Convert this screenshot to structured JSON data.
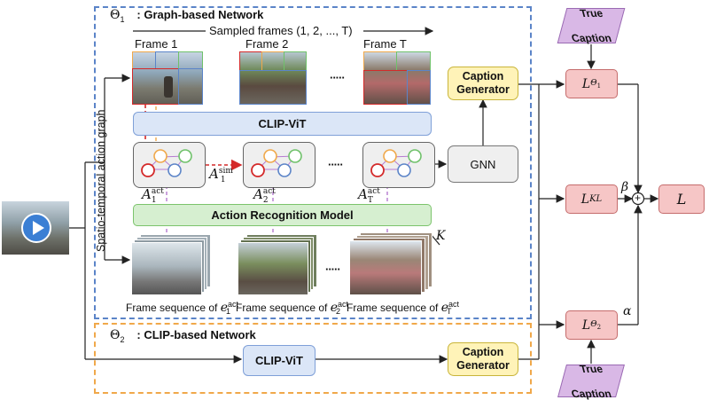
{
  "theta1": {
    "symbol": "Θ",
    "sub": "1",
    "title": ": Graph-based Network"
  },
  "theta2": {
    "symbol": "Θ",
    "sub": "2",
    "title": ": CLIP-based Network"
  },
  "sampled_frames": "Sampled frames (1, 2, ..., T)",
  "frames": [
    "Frame 1",
    "Frame 2",
    "Frame T"
  ],
  "ellipsis": "·····",
  "clip_vit": "CLIP-ViT",
  "action_recognition": "Action Recognition Model",
  "spatio_temporal": "Spatio-temporal action graph",
  "gnn": "GNN",
  "caption_generator": [
    "Caption",
    "Generator"
  ],
  "true_caption": [
    "True",
    "Caption"
  ],
  "A": "A",
  "act": "act",
  "sim": "sim",
  "A_subs": [
    "1",
    "2",
    "T",
    "1"
  ],
  "frame_seq_prefix": "Frame sequence of ",
  "e": "e",
  "e_subs": [
    "1",
    "2",
    "T"
  ],
  "K": "K",
  "losses": {
    "L": "L",
    "theta1_sub": "Θ",
    "theta1_subsub": "1",
    "kl": "KL",
    "theta2_sub": "Θ",
    "theta2_subsub": "2"
  },
  "beta": "β",
  "alpha": "α",
  "plus": "+",
  "colors": {
    "blue_dash": "#5b84c8",
    "orange_dash": "#f0a84a",
    "clip": "#dbe6f7",
    "arm": "#d6efd0",
    "capgen": "#fff3b8",
    "loss": "#f6c6c6",
    "true_caption": "#d9b8e6"
  }
}
